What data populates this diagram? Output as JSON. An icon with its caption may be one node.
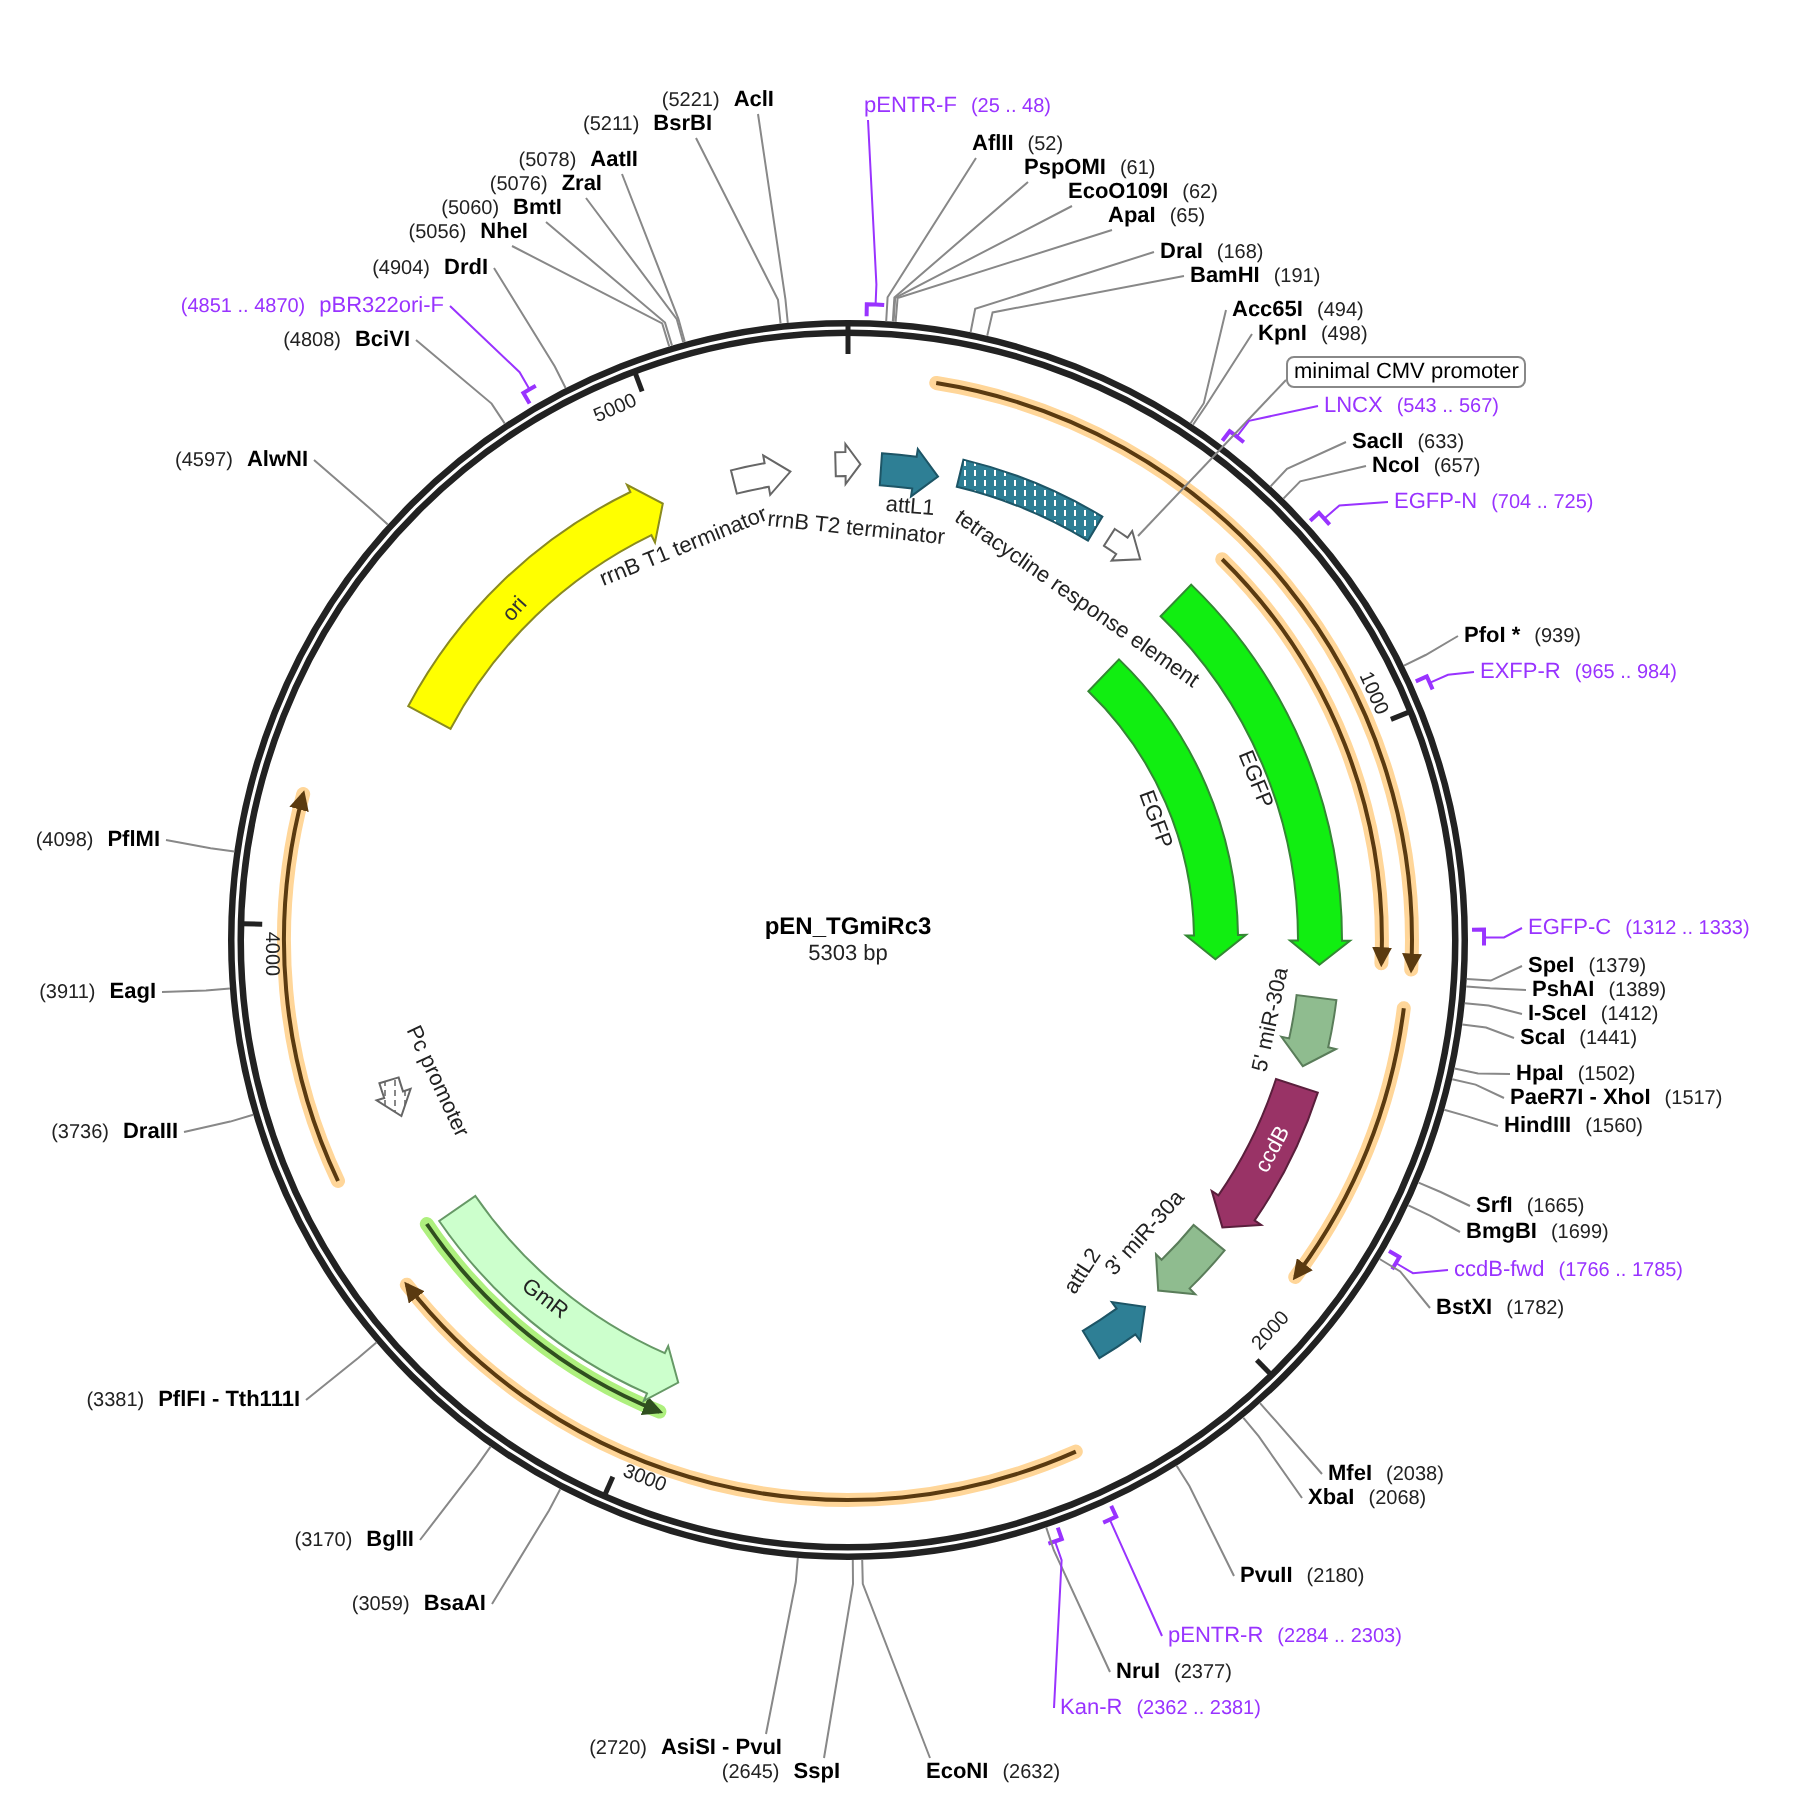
{
  "diagram": {
    "title": "pEN_TGmiRc3",
    "nodes": [
      {
        "text": [
          "ori"
        ]
      },
      {
        "text": [
          "rrnB T1 terminator"
        ]
      },
      {
        "text": [
          "rrnB T2 terminator"
        ]
      },
      {
        "text": [
          "attL1"
        ]
      },
      {
        "text": [
          "tetracycline response element"
        ]
      },
      {
        "text": [],
        "shape": "arrow"
      },
      {
        "text": [
          "EGFP"
        ]
      },
      {
        "text": [
          "EGFP"
        ]
      },
      {
        "text": [
          "5' miR-30a"
        ]
      },
      {
        "text": [
          "ccdB"
        ]
      },
      {
        "text": [
          "3' miR-30a"
        ]
      },
      {
        "text": [
          "attL2"
        ]
      },
      {
        "text": [
          "Pc promoter"
        ]
      },
      {
        "text": [
          "GmR"
        ]
      },
      {
        "text": [
          "minimal CMV promoter"
        ]
      },
      {
        "text": [
          "pENTR-F",
          "(25 .. 48)"
        ]
      },
      {
        "text": [
          "AflII",
          "(52)"
        ]
      },
      {
        "text": [
          "PspOMI",
          "(61)"
        ]
      },
      {
        "text": [
          "EcoO109I",
          "(62)"
        ]
      },
      {
        "text": [
          "ApaI",
          "(65)"
        ]
      },
      {
        "text": [
          "DraI",
          "(168)"
        ]
      },
      {
        "text": [
          "BamHI",
          "(191)"
        ]
      },
      {
        "text": [
          "Acc65I",
          "(494)"
        ]
      },
      {
        "text": [
          "KpnI",
          "(498)"
        ]
      },
      {
        "text": [
          "LNCX",
          "(543 .. 567)"
        ]
      },
      {
        "text": [
          "SacII",
          "(633)"
        ]
      },
      {
        "text": [
          "NcoI",
          "(657)"
        ]
      },
      {
        "text": [
          "EGFP-N",
          "(704 .. 725)"
        ]
      },
      {
        "text": [
          "PfoI *",
          "(939)"
        ]
      },
      {
        "text": [
          "EXFP-R",
          "(965 .. 984)"
        ]
      },
      {
        "text": [
          "EGFP-C",
          "(1312 .. 1333)"
        ]
      },
      {
        "text": [
          "SpeI",
          "(1379)"
        ]
      },
      {
        "text": [
          "PshAI",
          "(1389)"
        ]
      },
      {
        "text": [
          "I-SceI",
          "(1412)"
        ]
      },
      {
        "text": [
          "ScaI",
          "(1441)"
        ]
      },
      {
        "text": [
          "HpaI",
          "(1502)"
        ]
      },
      {
        "text": [
          "PaeR7I - XhoI",
          "(1517)"
        ]
      },
      {
        "text": [
          "HindIII",
          "(1560)"
        ]
      },
      {
        "text": [
          "SrfI",
          "(1665)"
        ]
      },
      {
        "text": [
          "BmgBI",
          "(1699)"
        ]
      },
      {
        "text": [
          "ccdB-fwd",
          "(1766 .. 1785)"
        ]
      },
      {
        "text": [
          "BstXI",
          "(1782)"
        ]
      },
      {
        "text": [
          "MfeI",
          "(2038)"
        ]
      },
      {
        "text": [
          "XbaI",
          "(2068)"
        ]
      },
      {
        "text": [
          "PvuII",
          "(2180)"
        ]
      },
      {
        "text": [
          "pENTR-R",
          "(2284 .. 2303)"
        ]
      },
      {
        "text": [
          "NruI",
          "(2377)"
        ]
      },
      {
        "text": [
          "Kan-R",
          "(2362 .. 2381)"
        ]
      },
      {
        "text": [
          "EcoNI",
          "(2632)"
        ]
      },
      {
        "text": [
          "(2645)",
          "SspI"
        ]
      },
      {
        "text": [
          "(2720)",
          "AsiSI - PvuI"
        ]
      },
      {
        "text": [
          "(3059)",
          "BsaAI"
        ]
      },
      {
        "text": [
          "(3170)",
          "BglII"
        ]
      },
      {
        "text": [
          "(3381)",
          "PflFI - Tth111I"
        ]
      },
      {
        "text": [
          "(3736)",
          "DraIII"
        ]
      },
      {
        "text": [
          "(3911)",
          "EagI"
        ]
      },
      {
        "text": [
          "(4098)",
          "PflMI"
        ]
      },
      {
        "text": [
          "(4597)",
          "AlwNI"
        ]
      },
      {
        "text": [
          "(4808)",
          "BciVI"
        ]
      },
      {
        "text": [
          "(4851 .. 4870)",
          "pBR322ori-F"
        ]
      },
      {
        "text": [
          "(4904)",
          "DrdI"
        ]
      },
      {
        "text": [
          "(5056)",
          "NheI"
        ]
      },
      {
        "text": [
          "(5060)",
          "BmtI"
        ]
      },
      {
        "text": [
          "(5076)",
          "ZraI"
        ]
      },
      {
        "text": [
          "(5078)",
          "AatII"
        ]
      },
      {
        "text": [
          "(5211)",
          "BsrBI"
        ]
      },
      {
        "text": [
          "(5221)",
          "AclI"
        ]
      }
    ],
    "edges": [
      {
        "from": 14,
        "to": 5,
        "arrow": "none"
      },
      {
        "from": 15,
        "to": null,
        "arrow": "none",
        "color": "#9933ff"
      },
      {
        "from": 16,
        "to": null,
        "arrow": "none"
      },
      {
        "from": 17,
        "to": null,
        "arrow": "none"
      },
      {
        "from": 18,
        "to": null,
        "arrow": "none"
      },
      {
        "from": 19,
        "to": null,
        "arrow": "none"
      },
      {
        "from": 20,
        "to": null,
        "arrow": "none"
      },
      {
        "from": 21,
        "to": null,
        "arrow": "none"
      },
      {
        "from": 22,
        "to": null,
        "arrow": "none"
      },
      {
        "from": 23,
        "to": null,
        "arrow": "none"
      },
      {
        "from": 24,
        "to": null,
        "arrow": "none",
        "color": "#9933ff"
      },
      {
        "from": 25,
        "to": null,
        "arrow": "none"
      },
      {
        "from": 26,
        "to": null,
        "arrow": "none"
      },
      {
        "from": 27,
        "to": null,
        "arrow": "none",
        "color": "#9933ff"
      },
      {
        "from": 28,
        "to": null,
        "arrow": "none"
      },
      {
        "from": 29,
        "to": null,
        "arrow": "none",
        "color": "#9933ff"
      },
      {
        "from": 30,
        "to": null,
        "arrow": "none",
        "color": "#9933ff"
      },
      {
        "from": 31,
        "to": null,
        "arrow": "none"
      },
      {
        "from": 32,
        "to": null,
        "arrow": "none"
      },
      {
        "from": 33,
        "to": null,
        "arrow": "none"
      },
      {
        "from": 34,
        "to": null,
        "arrow": "none"
      },
      {
        "from": 35,
        "to": null,
        "arrow": "none"
      },
      {
        "from": 36,
        "to": null,
        "arrow": "none"
      },
      {
        "from": 37,
        "to": null,
        "arrow": "none"
      },
      {
        "from": 38,
        "to": null,
        "arrow": "none"
      },
      {
        "from": 39,
        "to": null,
        "arrow": "none"
      },
      {
        "from": 40,
        "to": null,
        "arrow": "none",
        "color": "#9933ff"
      },
      {
        "from": 41,
        "to": null,
        "arrow": "none"
      },
      {
        "from": 42,
        "to": null,
        "arrow": "none"
      },
      {
        "from": 43,
        "to": null,
        "arrow": "none"
      },
      {
        "from": 44,
        "to": null,
        "arrow": "none"
      },
      {
        "from": 45,
        "to": null,
        "arrow": "none",
        "color": "#9933ff"
      },
      {
        "from": 46,
        "to": null,
        "arrow": "none"
      },
      {
        "from": 47,
        "to": null,
        "arrow": "none",
        "color": "#9933ff"
      },
      {
        "from": 48,
        "to": null,
        "arrow": "none"
      },
      {
        "from": 49,
        "to": null,
        "arrow": "none"
      },
      {
        "from": 50,
        "to": null,
        "arrow": "none"
      },
      {
        "from": 51,
        "to": null,
        "arrow": "none"
      },
      {
        "from": 52,
        "to": null,
        "arrow": "none"
      },
      {
        "from": 53,
        "to": null,
        "arrow": "none"
      },
      {
        "from": 54,
        "to": null,
        "arrow": "none"
      },
      {
        "from": 55,
        "to": null,
        "arrow": "none"
      },
      {
        "from": 56,
        "to": null,
        "arrow": "none"
      },
      {
        "from": 57,
        "to": null,
        "arrow": "none"
      },
      {
        "from": 58,
        "to": null,
        "arrow": "none"
      },
      {
        "from": 59,
        "to": null,
        "arrow": "none",
        "color": "#9933ff"
      },
      {
        "from": 60,
        "to": null,
        "arrow": "none"
      },
      {
        "from": 61,
        "to": null,
        "arrow": "none"
      },
      {
        "from": 62,
        "to": null,
        "arrow": "none"
      },
      {
        "from": 63,
        "to": null,
        "arrow": "none"
      },
      {
        "from": 64,
        "to": null,
        "arrow": "none"
      },
      {
        "from": 65,
        "to": null,
        "arrow": "none"
      },
      {
        "from": 66,
        "to": null,
        "arrow": "none"
      }
    ],
    "labels": [
      "5303 bp",
      "1000",
      "2000",
      "3000",
      "4000",
      "5000"
    ]
  }
}
